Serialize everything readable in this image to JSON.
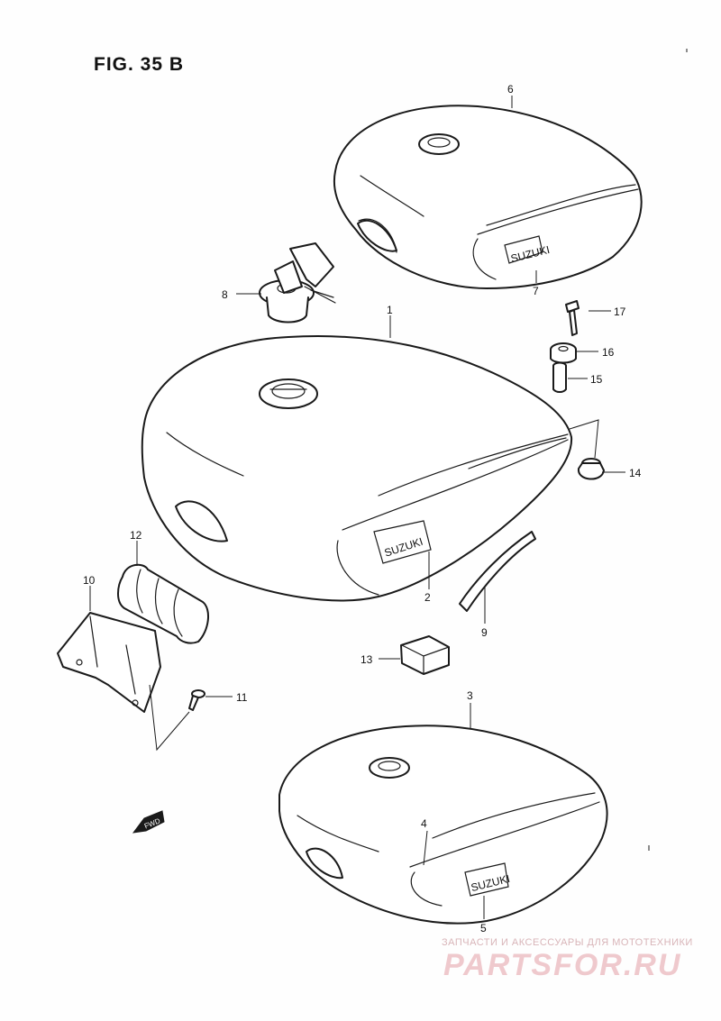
{
  "figure": {
    "title": "FIG. 35 B"
  },
  "callouts": {
    "c1": "1",
    "c2": "2",
    "c3": "3",
    "c4": "4",
    "c5": "5",
    "c6": "6",
    "c7": "7",
    "c8": "8",
    "c9": "9",
    "c10": "10",
    "c11": "11",
    "c12": "12",
    "c13": "13",
    "c14": "14",
    "c15": "15",
    "c16": "16",
    "c17": "17"
  },
  "emblem": {
    "text": "SUZUKI"
  },
  "fwd_arrow": {
    "label": "FWD"
  },
  "watermark": {
    "text": "ЗАПЧАСТИ И АКСЕССУАРЫ ДЛЯ МОТОТЕХНИКИ",
    "logo": "PARTSFOR.RU",
    "color": "#e8b9bd"
  }
}
